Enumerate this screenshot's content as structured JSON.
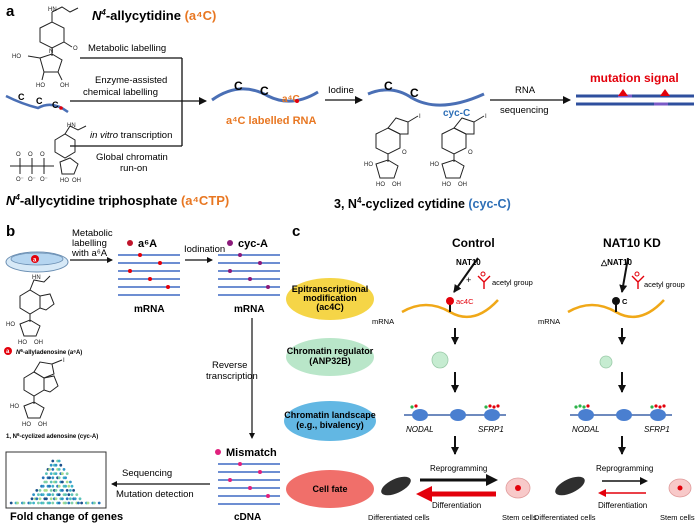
{
  "panel_a": {
    "letter": "a",
    "top_label": {
      "base": "N",
      "sup": "4",
      "rest": "-allycytidine ",
      "tag": "(a⁴C)"
    },
    "edges": [
      "Metabolic labelling",
      "Enzyme-assisted",
      "chemical labelling",
      "in vitro",
      " transcription",
      "Global chromatin",
      "run-on"
    ],
    "bottom_left_label": {
      "base": "N",
      "sup": "4",
      "rest": "-allycytidine  triphosphate ",
      "tag": "(a⁴CTP)"
    },
    "rna_letters": [
      "C",
      "C",
      "C"
    ],
    "labelled_tag": "a⁴C",
    "labelled_caption": "a⁴C labelled RNA",
    "step_iodine": "Iodine",
    "cyc_tag": "cyc-C",
    "step_seq": [
      "RNA",
      "sequencing"
    ],
    "mutation_signal": "mutation signal",
    "cyclized_label": {
      "pre": "3, N",
      "sup": "4",
      "rest": "-cyclized  cytidine ",
      "tag": "(cyc-C)"
    },
    "colors": {
      "orange": "#e87722",
      "blue": "#2e6fb7",
      "red": "#e3000b"
    }
  },
  "panel_b": {
    "letter": "b",
    "dish_label": "a",
    "step1": [
      "Metabolic",
      "labelling",
      "with a⁶A"
    ],
    "a6a_tag": "a⁶A",
    "step2": "Iodination",
    "cyca_tag": "cyc-A",
    "mrna1": "mRNA",
    "mrna2": "mRNA",
    "reverse": [
      "Reverse",
      "transcription"
    ],
    "mismatch": "Mismatch",
    "cdna": "cDNA",
    "sequencing": "Sequencing",
    "mutation_detection": "Mutation detection",
    "fold_change": "Fold change of genes",
    "a6a_name": {
      "base": "N",
      "sup": "6",
      "rest": "-allyladenosine (a⁶A)"
    },
    "cyca_name": {
      "pre": "1, N",
      "sup": "6",
      "rest": "-cyclized adenosine (cyc-A)"
    }
  },
  "panel_c": {
    "letter": "c",
    "control_title": "Control",
    "kd_title": "NAT10 KD",
    "nat10": "NAT10",
    "delta_nat10": "△NAT10",
    "acetyl_plus": "+",
    "acetyl_group": "acetyl group",
    "ac4c": "ac4C",
    "c_mark": "C",
    "mrna": "mRNA",
    "boxes": [
      {
        "lines": [
          "Epitranscriptional",
          "modification",
          "(ac4C)"
        ],
        "color": "#f5d547"
      },
      {
        "lines": [
          "Chromatin regulator",
          "(ANP32B)"
        ],
        "color": "#b9e6c9"
      },
      {
        "lines": [
          "Chromatin landscape",
          "(e.g., bivalency)"
        ],
        "color": "#62b7e3"
      },
      {
        "lines": [
          "Cell fate"
        ],
        "color": "#f06f6a"
      }
    ],
    "nodal": "NODAL",
    "sfrp1": "SFRP1",
    "reprogramming": "Reprogramming",
    "differentiation": "Differentiation",
    "diff_cells": "Differentiated cells",
    "stem_cells": "Stem cells"
  }
}
